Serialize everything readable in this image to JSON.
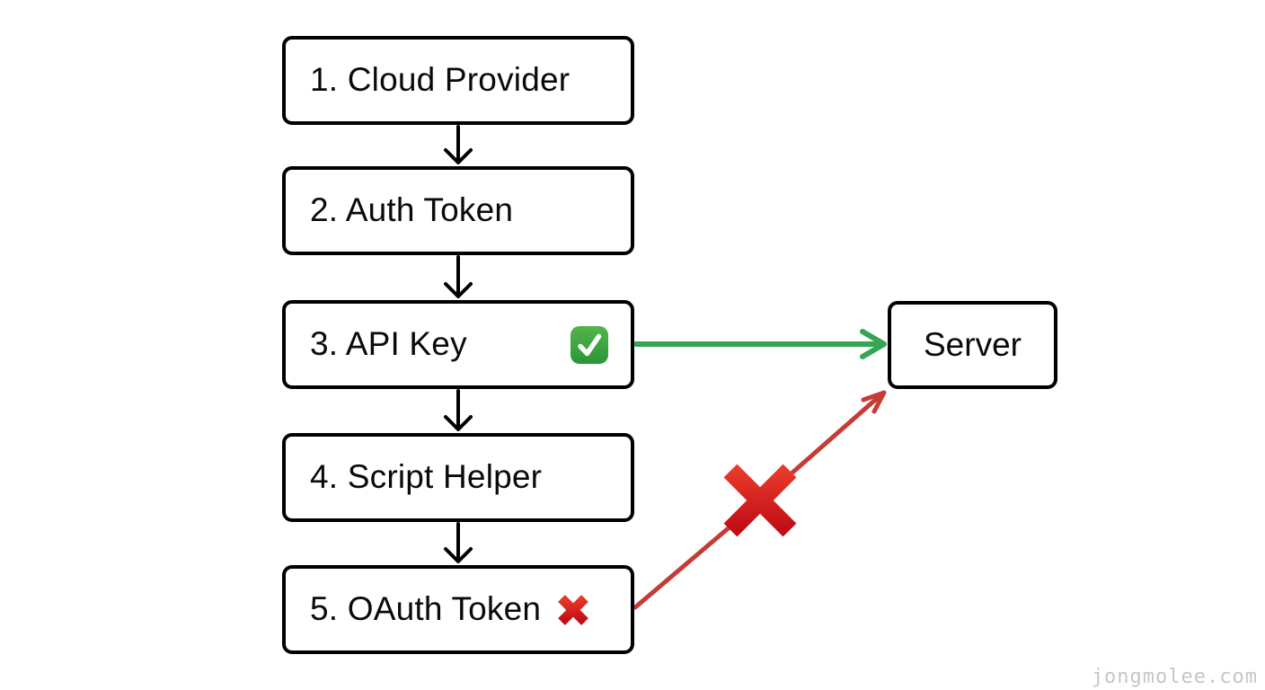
{
  "diagram": {
    "flow_nodes": [
      {
        "label": "1. Cloud Provider"
      },
      {
        "label": "2. Auth Token"
      },
      {
        "label": "3. API Key",
        "status_icon": "check-mark-button"
      },
      {
        "label": "4. Script Helper"
      },
      {
        "label": "5. OAuth Token",
        "status_icon": "cross-mark"
      }
    ],
    "server_node": {
      "label": "Server"
    },
    "edges": [
      {
        "from": "1. Cloud Provider",
        "to": "2. Auth Token",
        "style": "black-arrow"
      },
      {
        "from": "2. Auth Token",
        "to": "3. API Key",
        "style": "black-arrow"
      },
      {
        "from": "3. API Key",
        "to": "4. Script Helper",
        "style": "black-arrow"
      },
      {
        "from": "4. Script Helper",
        "to": "5. OAuth Token",
        "style": "black-arrow"
      },
      {
        "from": "3. API Key",
        "to": "Server",
        "style": "green-arrow",
        "crossed_out": false
      },
      {
        "from": "5. OAuth Token",
        "to": "Server",
        "style": "red-arrow",
        "crossed_out": true
      }
    ],
    "colors": {
      "node_border": "#000000",
      "arrow_black": "#000000",
      "arrow_green": "#35a455",
      "arrow_red": "#c53b35",
      "cross_red_light": "#e8392b",
      "cross_red_dark": "#c00d15",
      "check_green_light": "#54b54b",
      "check_green_dark": "#2a9638",
      "watermark_gray": "#c6c6c6"
    }
  },
  "watermark": {
    "text": "jongmolee.com"
  }
}
